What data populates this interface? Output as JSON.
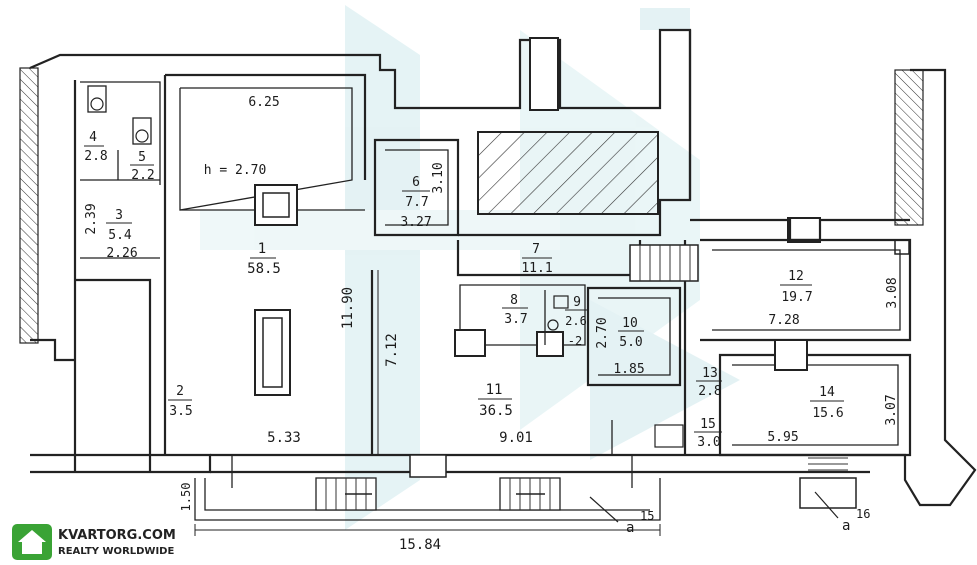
{
  "colors": {
    "line": "#222222",
    "watermark": "#cfe9ec",
    "logo_green": "#3aa335",
    "paper": "#ffffff"
  },
  "rooms": [
    {
      "no": "1",
      "area": "58.5"
    },
    {
      "no": "2",
      "area": "3.5"
    },
    {
      "no": "3",
      "area": "5.4"
    },
    {
      "no": "4",
      "area": "2.8"
    },
    {
      "no": "5",
      "area": "2.2"
    },
    {
      "no": "6",
      "area": "7.7"
    },
    {
      "no": "7",
      "area": "11.1"
    },
    {
      "no": "8",
      "area": "3.7"
    },
    {
      "no": "9",
      "area": "2.6"
    },
    {
      "no": "10",
      "area": "5.0"
    },
    {
      "no": "11",
      "area": "36.5"
    },
    {
      "no": "12",
      "area": "19.7"
    },
    {
      "no": "13",
      "area": "2.8"
    },
    {
      "no": "14",
      "area": "15.6"
    },
    {
      "no": "15",
      "area": "3.0"
    }
  ],
  "dimensions": {
    "room1_top": "6.25",
    "ceiling_height": "h = 2.70",
    "room6_width": "3.27",
    "room6_height": "3.10",
    "room3_height": "2.39",
    "room3_width": "2.26",
    "room1_height": "11.90",
    "room11_height": "7.12",
    "room1_width": "5.33",
    "room11_width": "9.01",
    "room10_height": "2.70",
    "room10_width": "1.85",
    "room12_height": "3.08",
    "room12_width": "7.28",
    "room14_height": "3.07",
    "room14_width": "5.95",
    "porch_depth": "1.50",
    "total_width": "15.84",
    "room9_note": "-2"
  },
  "markers": {
    "a15": {
      "letter": "a",
      "sup": "15"
    },
    "a16": {
      "letter": "a",
      "sup": "16"
    }
  },
  "brand": {
    "title": "KVARTORG.COM",
    "subtitle": "REALTY WORLDWIDE"
  }
}
